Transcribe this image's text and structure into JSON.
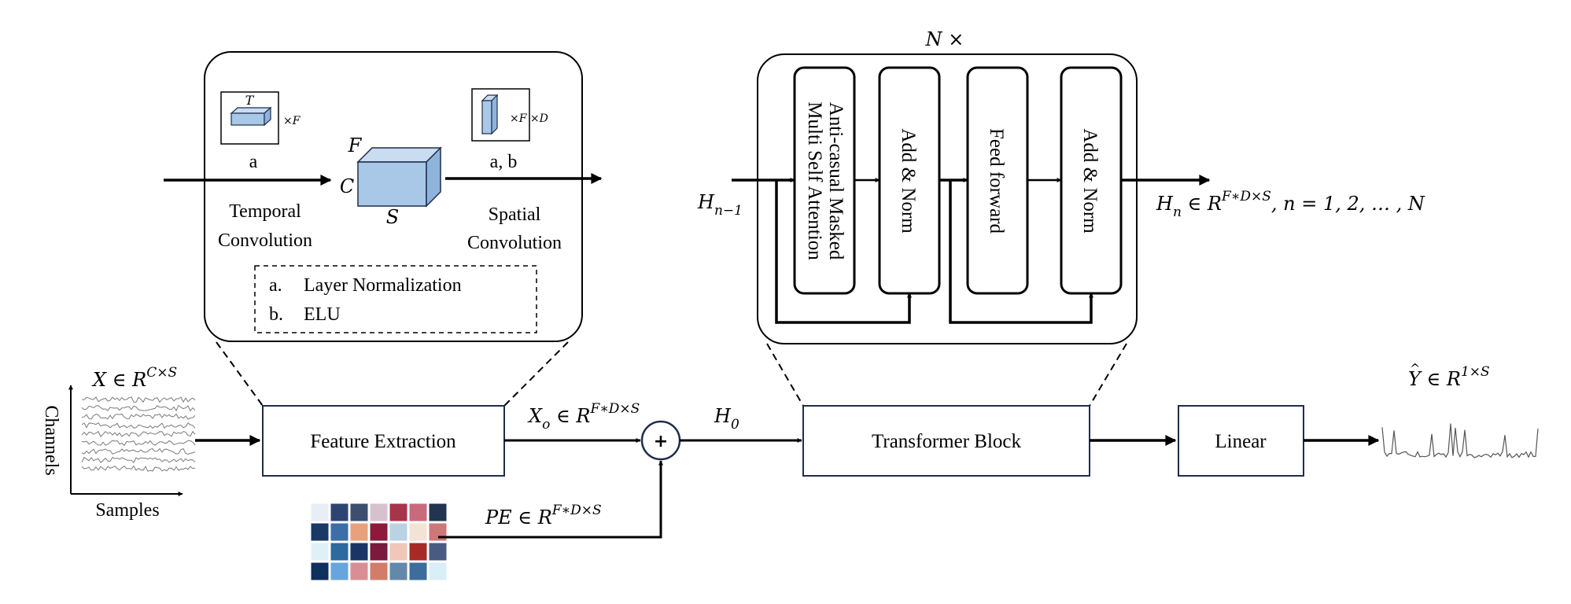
{
  "feature_detail": {
    "temporal_label_1": "Temporal",
    "temporal_label_2": "Convolution",
    "spatial_label_1": "Spatial",
    "spatial_label_2": "Convolution",
    "temporal_norm": "a",
    "spatial_norm": "a, b",
    "kernel_t": "T",
    "kernel_t_mult": "×F",
    "kernel_s_mult": "×F ×D",
    "cube_f": "F",
    "cube_c": "C",
    "cube_s": "S",
    "legend": [
      {
        "key": "a.",
        "text": "Layer Normalization"
      },
      {
        "key": "b.",
        "text": "ELU"
      }
    ]
  },
  "transformer_detail": {
    "repeat": "N ×",
    "attention_line_1": "Anti-casual Masked",
    "attention_line_2": "Multi Self Attention",
    "add_norm_1": "Add & Norm",
    "feed_forward": "Feed forward",
    "add_norm_2": "Add & Norm",
    "input_base": "H",
    "input_sub": "n−1",
    "output_base": "H",
    "output_sub": "n",
    "output_in": " ∈ R",
    "output_sup": "F∗D×S",
    "output_range": ", n = 1, 2, … , N"
  },
  "pipeline": {
    "input_base": "X ∈ R",
    "input_sup": "C×S",
    "axis_y": "Channels",
    "axis_x": "Samples",
    "feature_extraction": "Feature Extraction",
    "xo_base": "X",
    "xo_sub": "o",
    "xo_in": " ∈ R",
    "xo_sup": "F∗D×S",
    "plus": "+",
    "h0_base": "H",
    "h0_sub": "0",
    "pe_base": "PE ∈ R",
    "pe_sup": "F∗D×S",
    "transformer_block": "Transformer Block",
    "linear": "Linear",
    "output_base": "Y",
    "output_hat": "^",
    "output_in": " ∈ R",
    "output_sup": "1×S"
  },
  "colors": {
    "line": "#000000",
    "box_border": "#1f2d4d",
    "cube_fill": "#a9c8e8",
    "pe_grid": [
      [
        "#e8eef5",
        "#2e4470",
        "#3d4e6e",
        "#d6c2cf",
        "#a8344a",
        "#c86a7c",
        "#22344f"
      ],
      [
        "#1a3a66",
        "#3c6ea8",
        "#e9a07c",
        "#8c1a3c",
        "#b9d2e4",
        "#f3e2d6",
        "#cc7878"
      ],
      [
        "#dff0f7",
        "#2c6aa0",
        "#1b3566",
        "#7a1a3c",
        "#f0c7b8",
        "#a82a26",
        "#4a5a82"
      ],
      [
        "#0f2f5c",
        "#66a6dd",
        "#d98e96",
        "#d27c6a",
        "#6488aa",
        "#3b6e9c",
        "#d9eef8"
      ]
    ]
  }
}
